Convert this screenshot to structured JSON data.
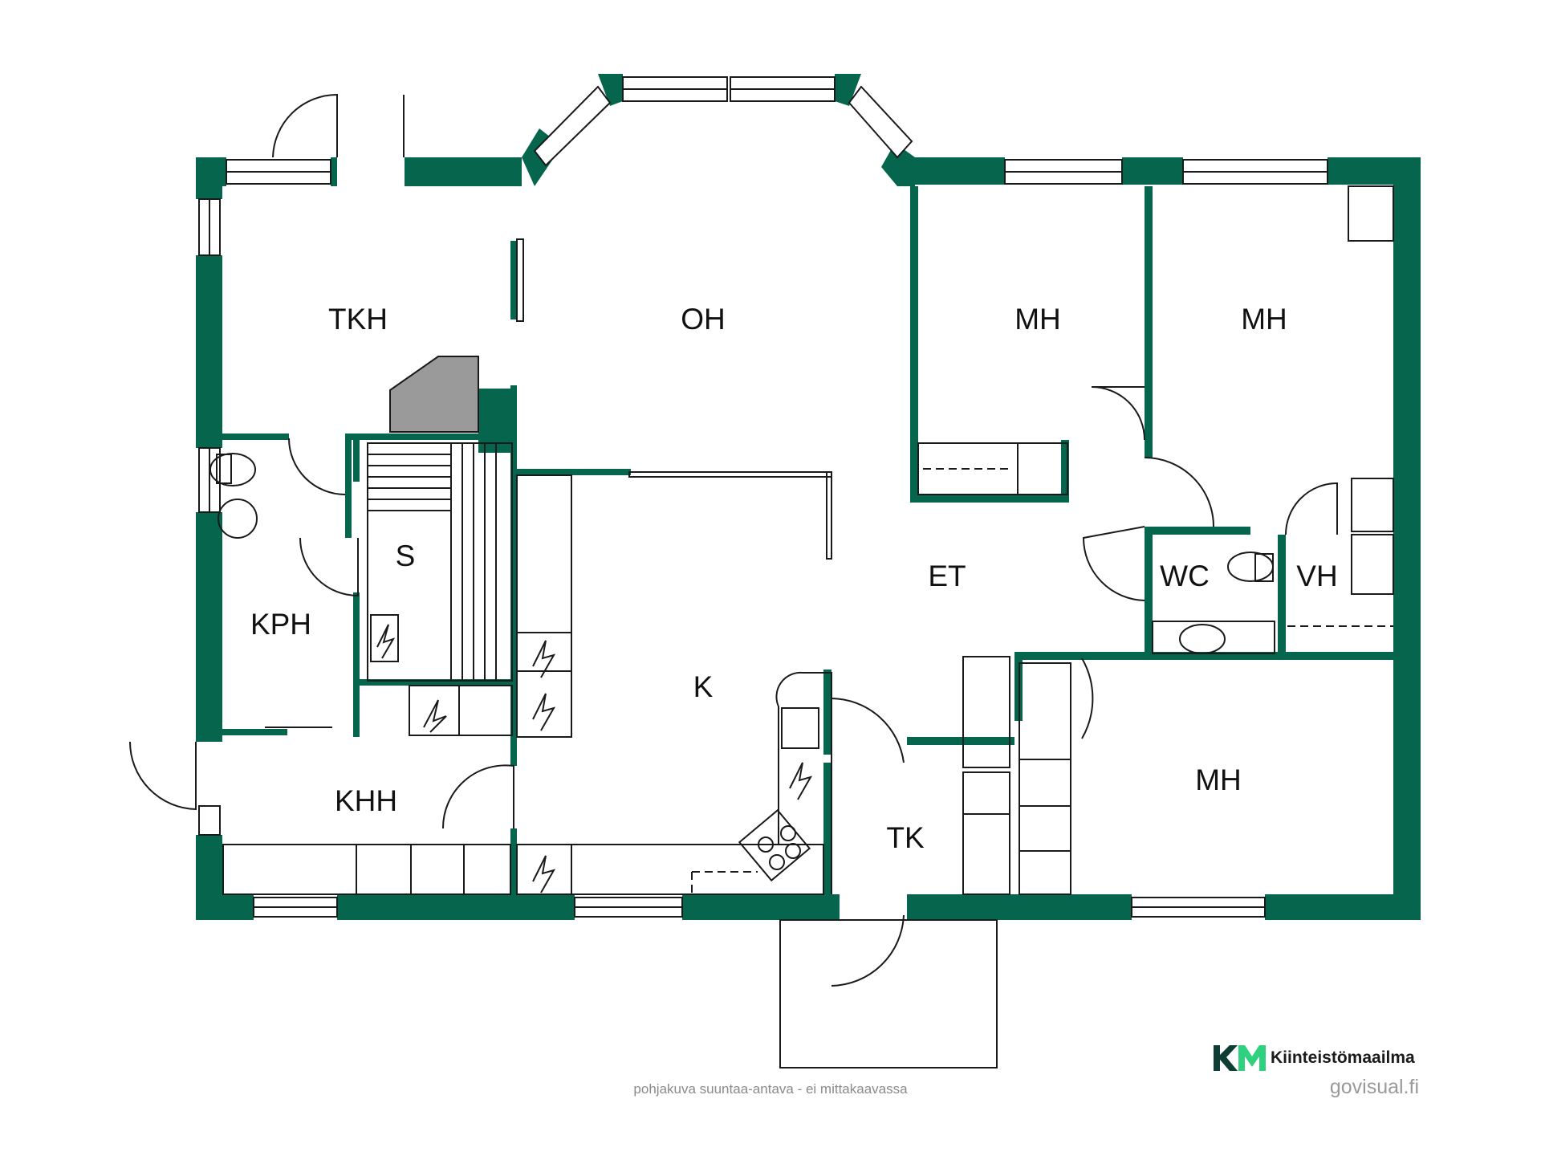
{
  "rooms": {
    "tkh": "TKH",
    "oh": "OH",
    "mh_1": "MH",
    "mh_2": "MH",
    "s": "S",
    "kph": "KPH",
    "et": "ET",
    "wc": "WC",
    "vh": "VH",
    "k": "K",
    "khh": "KHH",
    "tk": "TK",
    "mh_3": "MH"
  },
  "caption": "pohjakuva suuntaa-antava - ei mittakaavassa",
  "credit": "govisual.fi",
  "brand": {
    "logo_text": "KM",
    "name": "Kiinteistömaailma"
  },
  "colors": {
    "wall": "#05654d",
    "line": "#1a1a1a",
    "logo_dark": "#0e3e33",
    "logo_light": "#2fd07e"
  }
}
